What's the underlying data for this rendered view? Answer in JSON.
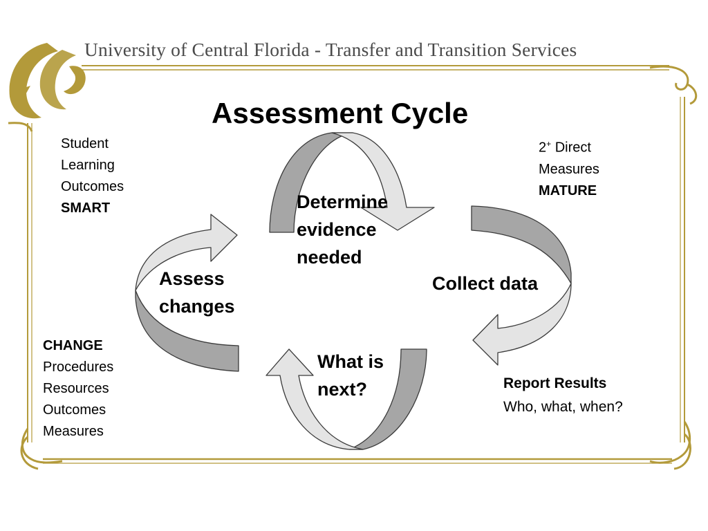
{
  "header": {
    "title": "University of Central Florida - Transfer and Transition Services"
  },
  "diagram": {
    "title": "Assessment Cycle",
    "stages": {
      "determine": [
        "Determine",
        "evidence",
        "needed"
      ],
      "collect": "Collect data",
      "next": [
        "What is",
        "next?"
      ],
      "assess": [
        "Assess",
        "changes"
      ]
    },
    "notes": {
      "outcomes": {
        "lines": [
          "Student",
          "Learning",
          "Outcomes"
        ],
        "bold": "SMART"
      },
      "measures": {
        "count": "2",
        "sup": "+",
        "rest": " Direct",
        "line2": "Measures",
        "bold": "MATURE"
      },
      "report": {
        "bold": "Report Results",
        "line2": "Who, what, when?"
      },
      "change": {
        "bold": "CHANGE",
        "lines": [
          "Procedures",
          "Resources",
          "Outcomes",
          "Measures"
        ]
      }
    },
    "colors": {
      "gold": "#b39a3a",
      "dark_band": "#a6a6a6",
      "light_band": "#e4e4e4",
      "outline": "#3a3a3a"
    }
  }
}
